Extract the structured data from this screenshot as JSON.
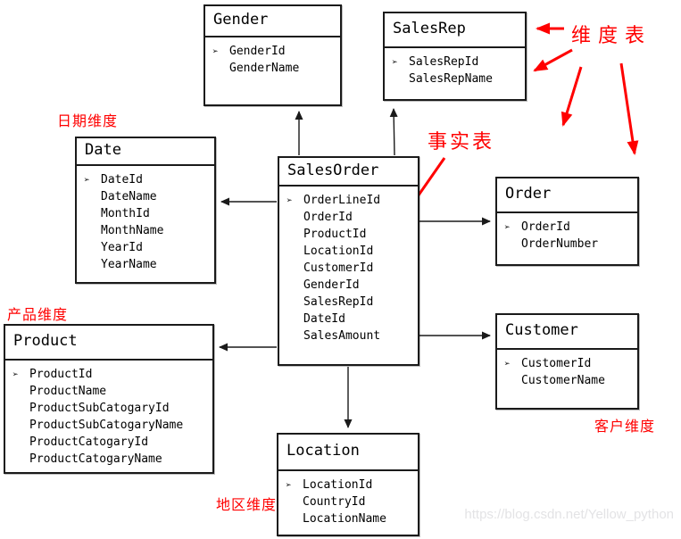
{
  "diagram": {
    "key_icon": "➢",
    "tables": [
      {
        "id": "gender",
        "name": "Gender",
        "fields": [
          "GenderId",
          "GenderName"
        ]
      },
      {
        "id": "salesrep",
        "name": "SalesRep",
        "fields": [
          "SalesRepId",
          "SalesRepName"
        ]
      },
      {
        "id": "date",
        "name": "Date",
        "fields": [
          "DateId",
          "DateName",
          "MonthId",
          "MonthName",
          "YearId",
          "YearName"
        ]
      },
      {
        "id": "salesorder",
        "name": "SalesOrder",
        "fields": [
          "OrderLineId",
          "OrderId",
          "ProductId",
          "LocationId",
          "CustomerId",
          "GenderId",
          "SalesRepId",
          "DateId",
          "SalesAmount"
        ]
      },
      {
        "id": "order",
        "name": "Order",
        "fields": [
          "OrderId",
          "OrderNumber"
        ]
      },
      {
        "id": "customer",
        "name": "Customer",
        "fields": [
          "CustomerId",
          "CustomerName"
        ]
      },
      {
        "id": "product",
        "name": "Product",
        "fields": [
          "ProductId",
          "ProductName",
          "ProductSubCatogaryId",
          "ProductSubCatogaryName",
          "ProductCatogaryId",
          "ProductCatogaryName"
        ]
      },
      {
        "id": "location",
        "name": "Location",
        "fields": [
          "LocationId",
          "CountryId",
          "LocationName"
        ]
      }
    ],
    "annotations": {
      "dimension_table": "维度表",
      "fact_table": "事实表",
      "date_dimension": "日期维度",
      "product_dimension": "产品维度",
      "customer_dimension": "客户维度",
      "location_dimension": "地区维度"
    },
    "watermark": "https://blog.csdn.net/Yellow_python",
    "colors": {
      "annotation_red": "#ff0000",
      "line_black": "#1a1a1a",
      "watermark_gray": "#e3e3e5",
      "background": "#ffffff"
    }
  }
}
